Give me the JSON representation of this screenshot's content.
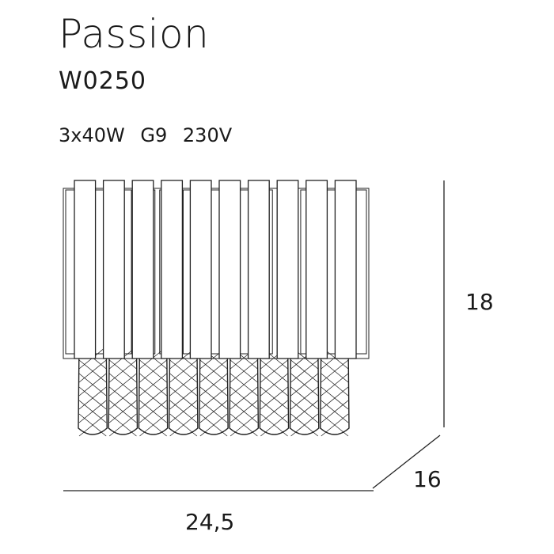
{
  "product": {
    "name": "Passion",
    "code": "W0250",
    "specs": [
      "3x40W",
      "G9",
      "230V"
    ]
  },
  "dimensions": {
    "height": "18",
    "depth": "16",
    "width": "24,5"
  },
  "colors": {
    "line": "#222222",
    "text": "#1a1a1a"
  }
}
